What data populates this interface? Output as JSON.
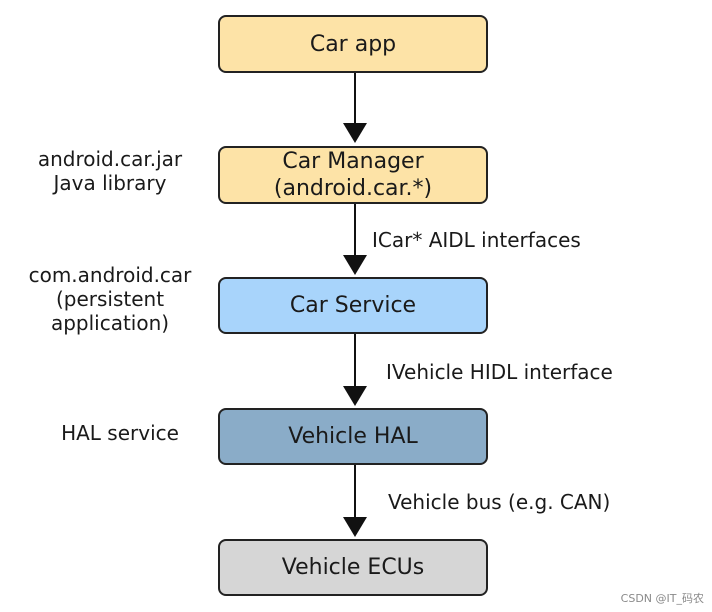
{
  "boxes": {
    "car_app": {
      "lines": [
        "Car app"
      ],
      "fill": "#fde3a7"
    },
    "car_manager": {
      "lines": [
        "Car Manager",
        "(android.car.*)"
      ],
      "fill": "#fde3a7"
    },
    "car_service": {
      "lines": [
        "Car Service"
      ],
      "fill": "#a8d4fb"
    },
    "vehicle_hal": {
      "lines": [
        "Vehicle HAL"
      ],
      "fill": "#8aacc8"
    },
    "vehicle_ecus": {
      "lines": [
        "Vehicle ECUs"
      ],
      "fill": "#d6d6d6"
    }
  },
  "side_labels": {
    "car_manager": [
      "android.car.jar",
      "Java library"
    ],
    "car_service": [
      "com.android.car",
      "(persistent",
      "application)"
    ],
    "vehicle_hal": [
      "HAL service"
    ]
  },
  "edge_labels": {
    "manager_to_service": "ICar* AIDL interfaces",
    "service_to_hal": "IVehicle HIDL interface",
    "hal_to_ecus": "Vehicle bus (e.g. CAN)"
  },
  "watermark": "CSDN @IT_码农"
}
